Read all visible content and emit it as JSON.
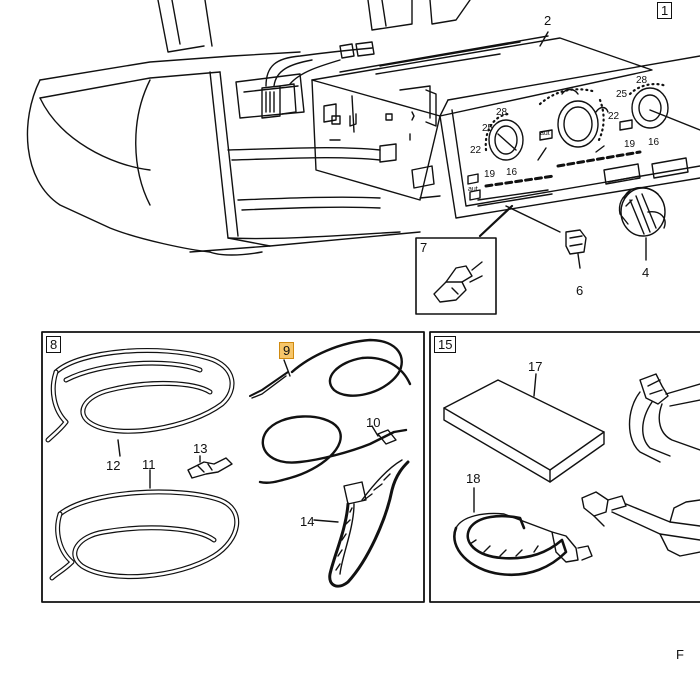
{
  "parts": {
    "p1": "1",
    "p2": "2",
    "p4": "4",
    "p6": "6",
    "p7": "7",
    "p8": "8",
    "p9": "9",
    "p10": "10",
    "p11": "11",
    "p12": "12",
    "p13": "13",
    "p14": "14",
    "p15": "15",
    "p17": "17",
    "p18": "18",
    "corner": "F"
  },
  "dial_marks": {
    "left_25": "25",
    "left_28": "28",
    "left_22": "22",
    "left_19": "19",
    "left_16": "16",
    "right_25": "25",
    "right_28": "28",
    "right_22": "22",
    "right_19": "19",
    "right_16": "16",
    "auto_left": "aut",
    "auto_center": "aut"
  },
  "highlight_color": "#f7c66a"
}
